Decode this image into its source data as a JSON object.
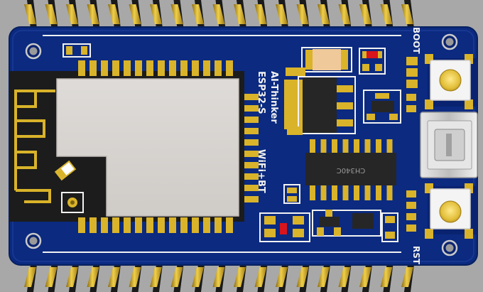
{
  "board": {
    "module_label": "AI-Thinker",
    "module_model": "ESP32-S",
    "module_tech": "WiFi+BT",
    "usb_chip_label": "CH340C",
    "button_boot_label": "BOOT",
    "button_rst_label": "RST"
  },
  "colors": {
    "background": "#a8a8a8",
    "pcb": "#0b2a80",
    "pcb_edge": "#0a2370",
    "gold": "#d9b32a",
    "silkscreen": "#f2f2f2",
    "shield": "#d9d6d2",
    "chip": "#262626",
    "usb_metal": "#d4d4d4",
    "led_red": "#d8141c"
  },
  "icons": {
    "antenna": "pcb-trace-antenna-icon",
    "usb": "micro-usb-connector-icon"
  }
}
